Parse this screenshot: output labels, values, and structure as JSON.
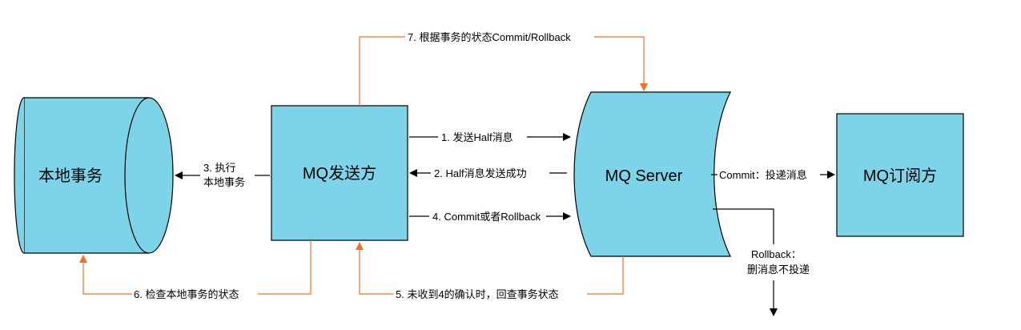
{
  "colors": {
    "fill": "#7dd4e8",
    "stroke": "#000000",
    "orange": "#f46f22",
    "black": "#000000"
  },
  "nodes": {
    "local_tx": "本地事务",
    "producer": "MQ发送方",
    "server": "MQ Server",
    "subscriber": "MQ订阅方"
  },
  "labels": {
    "step1": "1. 发送Half消息",
    "step2": "2. Half消息发送成功",
    "step3_line1": "3. 执行",
    "step3_line2": "本地事务",
    "step4": "4. Commit或者Rollback",
    "step5": "5. 未收到4的确认时，回查事务状态",
    "step6": "6. 检查本地事务的状态",
    "step7": "7. 根据事务的状态Commit/Rollback",
    "commit": "Commit：投递消息",
    "rollback_line1": "Rollback：",
    "rollback_line2": "删消息不投递"
  }
}
